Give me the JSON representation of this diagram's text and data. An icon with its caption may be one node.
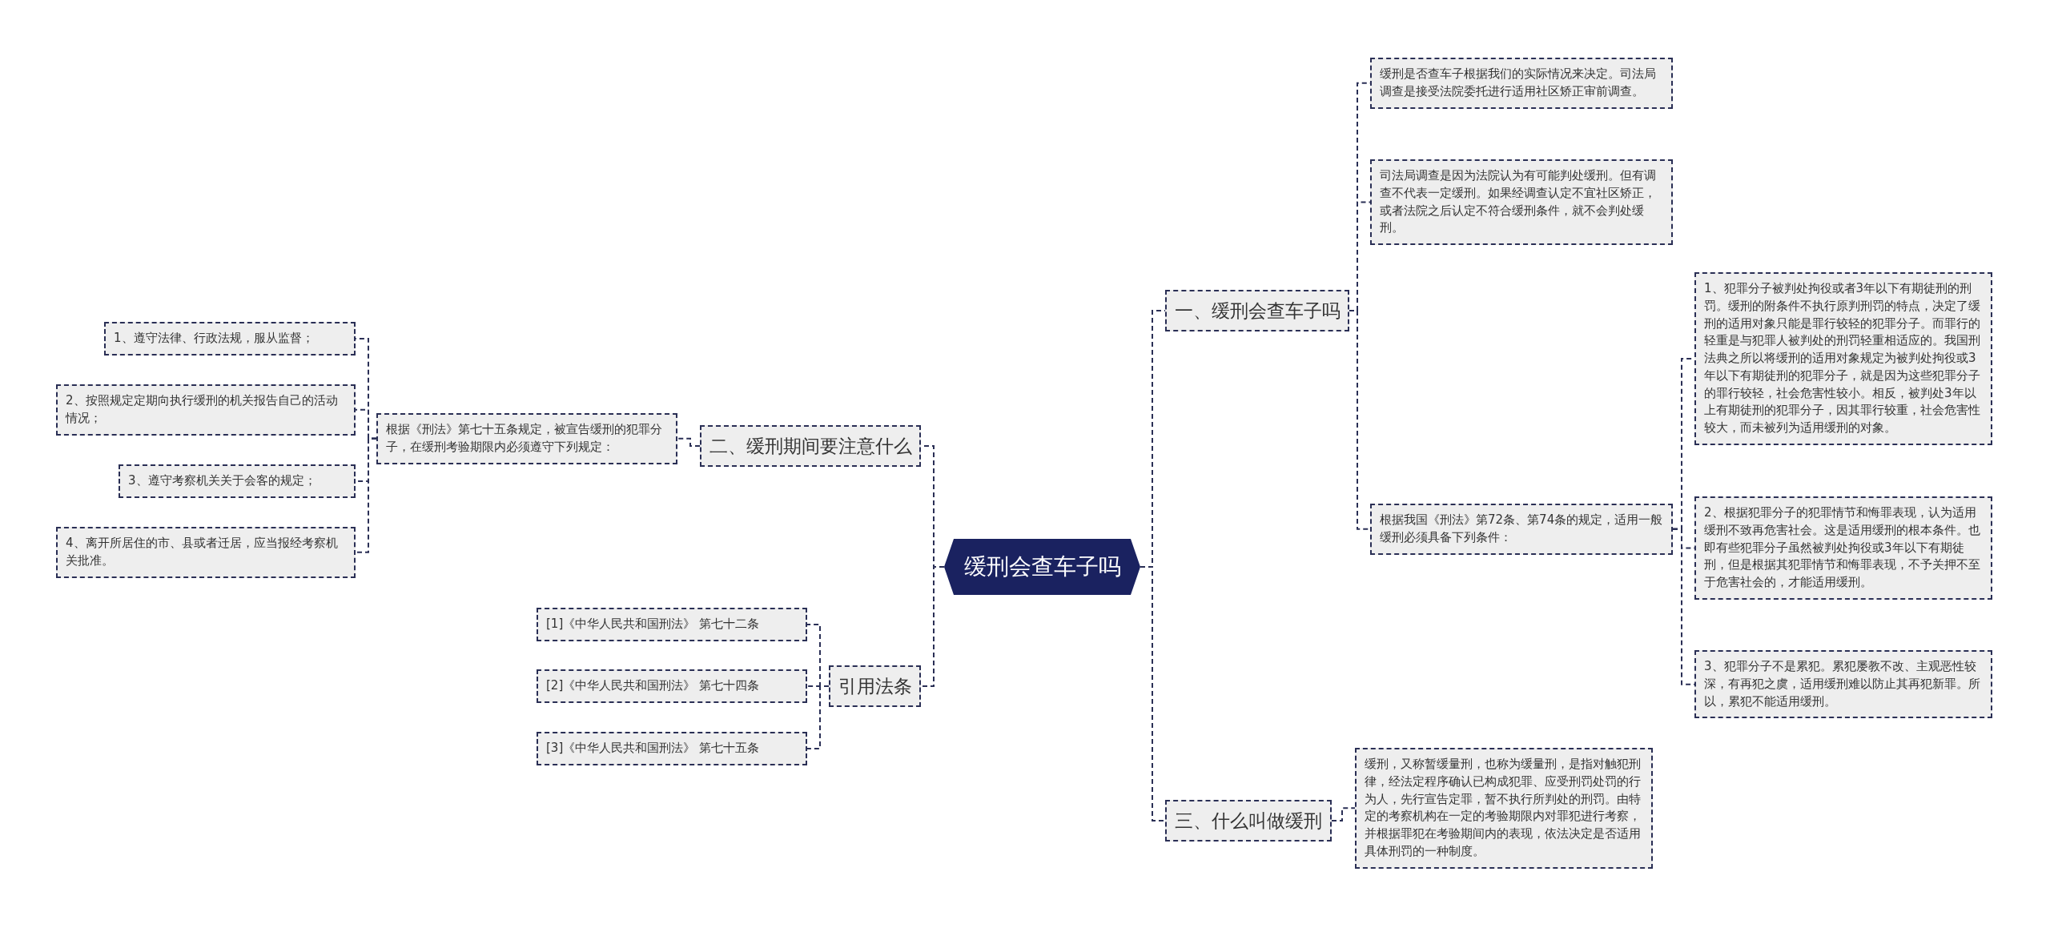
{
  "diagram": {
    "nodes": [
      {
        "text": [
          "缓刑会查车子吗"
        ]
      },
      {
        "text": [
          "一、缓刑会查车子吗"
        ]
      },
      {
        "text": [
          "缓刑是否查车子根据我们的实际情况来决定。司法局调查是接受法院委托进行适用社区矫正审前调查。"
        ]
      },
      {
        "text": [
          "司法局调查是因为法院认为有可能判处缓刑。但有调查不代表一定缓刑。如果经调查认定不宜社区矫正，或者法院之后认定不符合缓刑条件，就不会判处缓刑。"
        ]
      },
      {
        "text": [
          "根据我国《刑法》第72条、第74条的规定，适用一般缓刑必须具备下列条件："
        ]
      },
      {
        "text": [
          "1、犯罪分子被判处拘役或者3年以下有期徒刑的刑罚。缓刑的附条件不执行原判刑罚的特点，决定了缓刑的适用对象只能是罪行较轻的犯罪分子。而罪行的轻重是与犯罪人被判处的刑罚轻重相适应的。我国刑法典之所以将缓刑的适用对象规定为被判处拘役或3年以下有期徒刑的犯罪分子，就是因为这些犯罪分子的罪行较轻，社会危害性较小。相反，被判处3年以上有期徒刑的犯罪分子，因其罪行较重，社会危害性较大，而未被列为适用缓刑的对象。"
        ]
      },
      {
        "text": [
          "2、根据犯罪分子的犯罪情节和悔罪表现，认为适用缓刑不致再危害社会。这是适用缓刑的根本条件。也即有些犯罪分子虽然被判处拘役或3年以下有期徒刑，但是根据其犯罪情节和悔罪表现，不予关押不至于危害社会的，才能适用缓刑。"
        ]
      },
      {
        "text": [
          "3、犯罪分子不是累犯。累犯屡教不改、主观恶性较深，有再犯之虞，适用缓刑难以防止其再犯新罪。所以，累犯不能适用缓刑。"
        ]
      },
      {
        "text": [
          "三、什么叫做缓刑"
        ]
      },
      {
        "text": [
          "缓刑，又称暂缓量刑，也称为缓量刑，是指对触犯刑律，经法定程序确认已构成犯罪、应受刑罚处罚的行为人，先行宣告定罪，暂不执行所判处的刑罚。由特定的考察机构在一定的考验期限内对罪犯进行考察，并根据罪犯在考验期间内的表现，依法决定是否适用具体刑罚的一种制度。"
        ]
      },
      {
        "text": [
          "二、缓刑期间要注意什么"
        ]
      },
      {
        "text": [
          "根据《刑法》第七十五条规定，被宣告缓刑的犯罪分子，在缓刑考验期限内必须遵守下列规定："
        ]
      },
      {
        "text": [
          "1、遵守法律、行政法规，服从监督；"
        ]
      },
      {
        "text": [
          "2、按照规定定期向执行缓刑的机关报告自己的活动情况；"
        ]
      },
      {
        "text": [
          "3、遵守考察机关关于会客的规定；"
        ]
      },
      {
        "text": [
          "4、离开所居住的市、县或者迁居，应当报经考察机关批准。"
        ]
      },
      {
        "text": [
          "引用法条"
        ]
      },
      {
        "text": [
          "[1]《中华人民共和国刑法》 第七十二条"
        ]
      },
      {
        "text": [
          "[2]《中华人民共和国刑法》 第七十四条"
        ]
      },
      {
        "text": [
          "[3]《中华人民共和国刑法》 第七十五条"
        ]
      }
    ],
    "edges": [
      {
        "from": 0,
        "to": 1,
        "arrow": "none"
      },
      {
        "from": 1,
        "to": 2,
        "arrow": "none"
      },
      {
        "from": 1,
        "to": 3,
        "arrow": "none"
      },
      {
        "from": 1,
        "to": 4,
        "arrow": "none"
      },
      {
        "from": 4,
        "to": 5,
        "arrow": "none"
      },
      {
        "from": 4,
        "to": 6,
        "arrow": "none"
      },
      {
        "from": 4,
        "to": 7,
        "arrow": "none"
      },
      {
        "from": 0,
        "to": 8,
        "arrow": "none"
      },
      {
        "from": 8,
        "to": 9,
        "arrow": "none"
      },
      {
        "from": 0,
        "to": 10,
        "arrow": "none"
      },
      {
        "from": 10,
        "to": 11,
        "arrow": "none"
      },
      {
        "from": 11,
        "to": 12,
        "arrow": "none"
      },
      {
        "from": 11,
        "to": 13,
        "arrow": "none"
      },
      {
        "from": 11,
        "to": 14,
        "arrow": "none"
      },
      {
        "from": 11,
        "to": 15,
        "arrow": "none"
      },
      {
        "from": 0,
        "to": 16,
        "arrow": "none"
      },
      {
        "from": 16,
        "to": 17,
        "arrow": "none"
      },
      {
        "from": 16,
        "to": 18,
        "arrow": "none"
      },
      {
        "from": 16,
        "to": 19,
        "arrow": "none"
      }
    ]
  }
}
